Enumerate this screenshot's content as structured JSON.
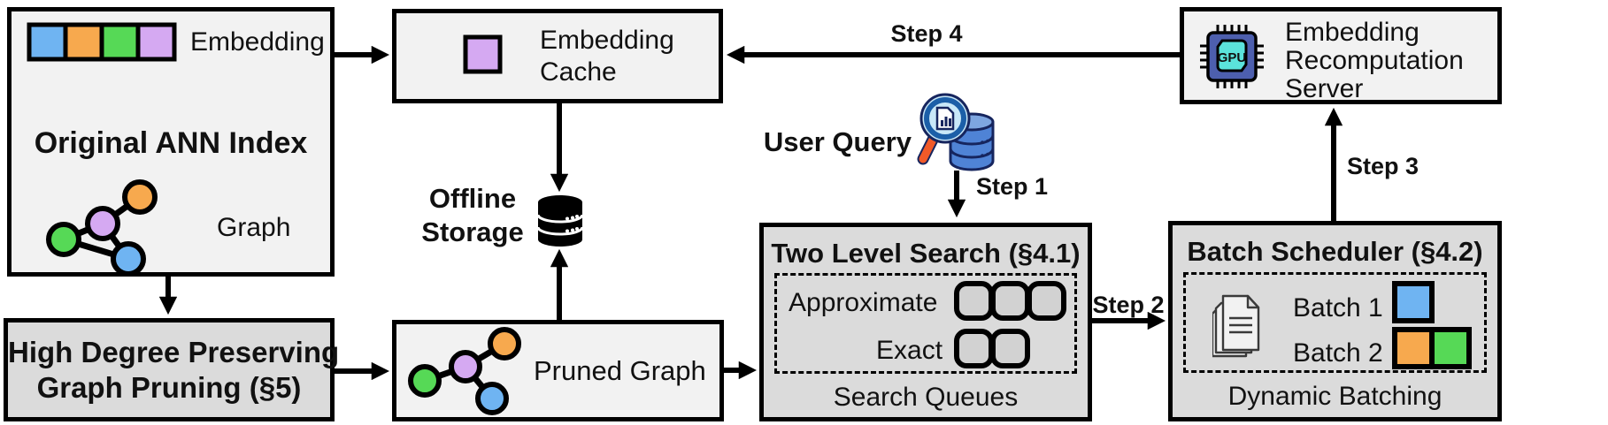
{
  "colors": {
    "blue": "#6FB4F2",
    "orange": "#F7A94E",
    "green": "#56D956",
    "purple": "#D5A9F2",
    "box_light": "#F2F2F2",
    "box_dark": "#DBDBDB",
    "queue_fill": "#D2D2D2",
    "gpu_body": "#4D5FAE",
    "gpu_core": "#5BE3DB",
    "db_blue": "#4F83D6",
    "db_blue_light": "#7EA6E0",
    "lens_fill": "#C9E8F8",
    "lens_rim": "#1C5FA8",
    "handle_orange": "#F15A29"
  },
  "boxes": {
    "original_ann_index": {
      "title": "Original ANN Index",
      "embedding_label": "Embedding",
      "graph_label": "Graph"
    },
    "high_degree_pruning": {
      "line1": "High Degree Preserving",
      "line2": "Graph Pruning (§5)"
    },
    "embedding_cache": {
      "line1": "Embedding",
      "line2": "Cache"
    },
    "offline_storage": {
      "line1": "Offline",
      "line2": "Storage"
    },
    "pruned_graph": {
      "title": "Pruned Graph"
    },
    "user_query": {
      "label": "User Query"
    },
    "two_level_search": {
      "title": "Two Level Search (§4.1)",
      "approximate_label": "Approximate",
      "exact_label": "Exact",
      "caption": "Search Queues",
      "approximate_queues": 3,
      "exact_queues": 2
    },
    "batch_scheduler": {
      "title": "Batch Scheduler (§4.2)",
      "batch1_label": "Batch 1",
      "batch2_label": "Batch 2",
      "caption": "Dynamic Batching"
    },
    "recomputation_server": {
      "line1": "Embedding",
      "line2": "Recomputation",
      "line3": "Server",
      "chip_label": "GPU"
    }
  },
  "step_labels": {
    "step1": "Step 1",
    "step2": "Step 2",
    "step3": "Step 3",
    "step4": "Step 4"
  }
}
